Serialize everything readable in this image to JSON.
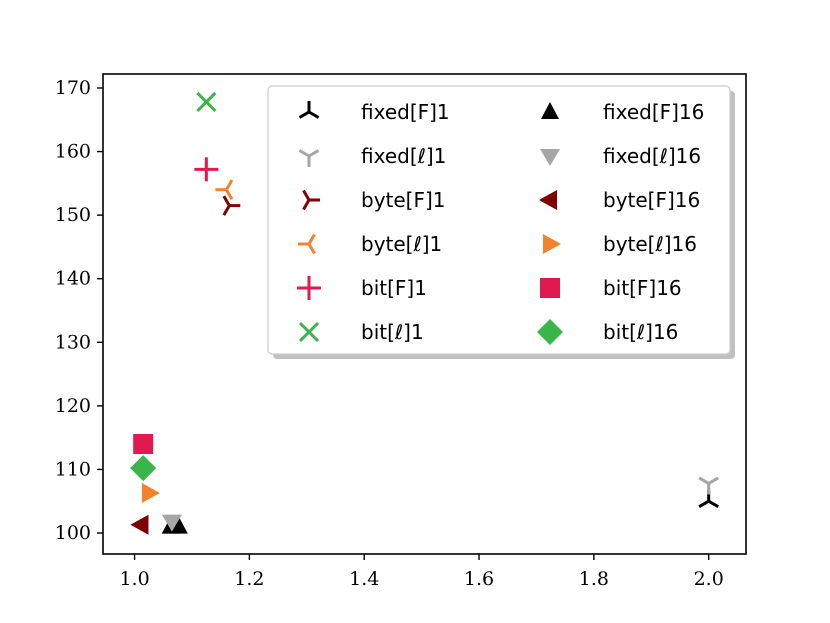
{
  "chart_data": {
    "type": "scatter",
    "title": "",
    "xlabel": "",
    "ylabel": "",
    "xlim": [
      0.945,
      2.065
    ],
    "ylim": [
      96.7,
      172.2
    ],
    "x_ticks": [
      1.0,
      1.2,
      1.4,
      1.6,
      1.8,
      2.0
    ],
    "x_tick_labels": [
      "1.0",
      "1.2",
      "1.4",
      "1.6",
      "1.8",
      "2.0"
    ],
    "y_ticks": [
      100,
      110,
      120,
      130,
      140,
      150,
      160,
      170
    ],
    "y_tick_labels": [
      "100",
      "110",
      "120",
      "130",
      "140",
      "150",
      "160",
      "170"
    ],
    "grid": false,
    "legend_position": "top-right",
    "legend_columns": 2,
    "series": [
      {
        "name": "fixed[F]1",
        "marker": "tri_down",
        "color": "#000000",
        "x": [
          2.0
        ],
        "y": [
          105.0
        ]
      },
      {
        "name": "fixed[ℓ]1",
        "marker": "tri_up",
        "color": "#a6a6a6",
        "x": [
          2.0
        ],
        "y": [
          107.8
        ]
      },
      {
        "name": "byte[F]1",
        "marker": "tri_left",
        "color": "#7f0000",
        "x": [
          1.165
        ],
        "y": [
          151.5
        ]
      },
      {
        "name": "byte[ℓ]1",
        "marker": "tri_right",
        "color": "#f28230",
        "x": [
          1.16
        ],
        "y": [
          154.0
        ]
      },
      {
        "name": "bit[F]1",
        "marker": "plus",
        "color": "#e0194e",
        "x": [
          1.125
        ],
        "y": [
          157.2
        ]
      },
      {
        "name": "bit[ℓ]1",
        "marker": "x",
        "color": "#3ab54a",
        "x": [
          1.125
        ],
        "y": [
          167.8
        ]
      },
      {
        "name": "fixed[F]16",
        "marker": "triangle_up",
        "color": "#000000",
        "x": [
          1.063,
          1.077
        ],
        "y": [
          101.0,
          101.0
        ]
      },
      {
        "name": "fixed[ℓ]16",
        "marker": "triangle_down",
        "color": "#a6a6a6",
        "x": [
          1.065
        ],
        "y": [
          101.8
        ]
      },
      {
        "name": "byte[F]16",
        "marker": "triangle_left",
        "color": "#7f0000",
        "x": [
          1.012
        ],
        "y": [
          101.3
        ]
      },
      {
        "name": "byte[ℓ]16",
        "marker": "triangle_right",
        "color": "#f28230",
        "x": [
          1.025
        ],
        "y": [
          106.3
        ]
      },
      {
        "name": "bit[F]16",
        "marker": "square",
        "color": "#e0194e",
        "x": [
          1.015
        ],
        "y": [
          114.0
        ]
      },
      {
        "name": "bit[ℓ]16",
        "marker": "diamond",
        "color": "#3ab54a",
        "x": [
          1.015
        ],
        "y": [
          110.2
        ]
      }
    ],
    "legend_order": [
      [
        "fixed[F]1",
        "fixed[F]16"
      ],
      [
        "fixed[ℓ]1",
        "fixed[ℓ]16"
      ],
      [
        "byte[F]1",
        "byte[F]16"
      ],
      [
        "byte[ℓ]1",
        "byte[ℓ]16"
      ],
      [
        "bit[F]1",
        "bit[F]16"
      ],
      [
        "bit[ℓ]1",
        "bit[ℓ]16"
      ]
    ]
  }
}
